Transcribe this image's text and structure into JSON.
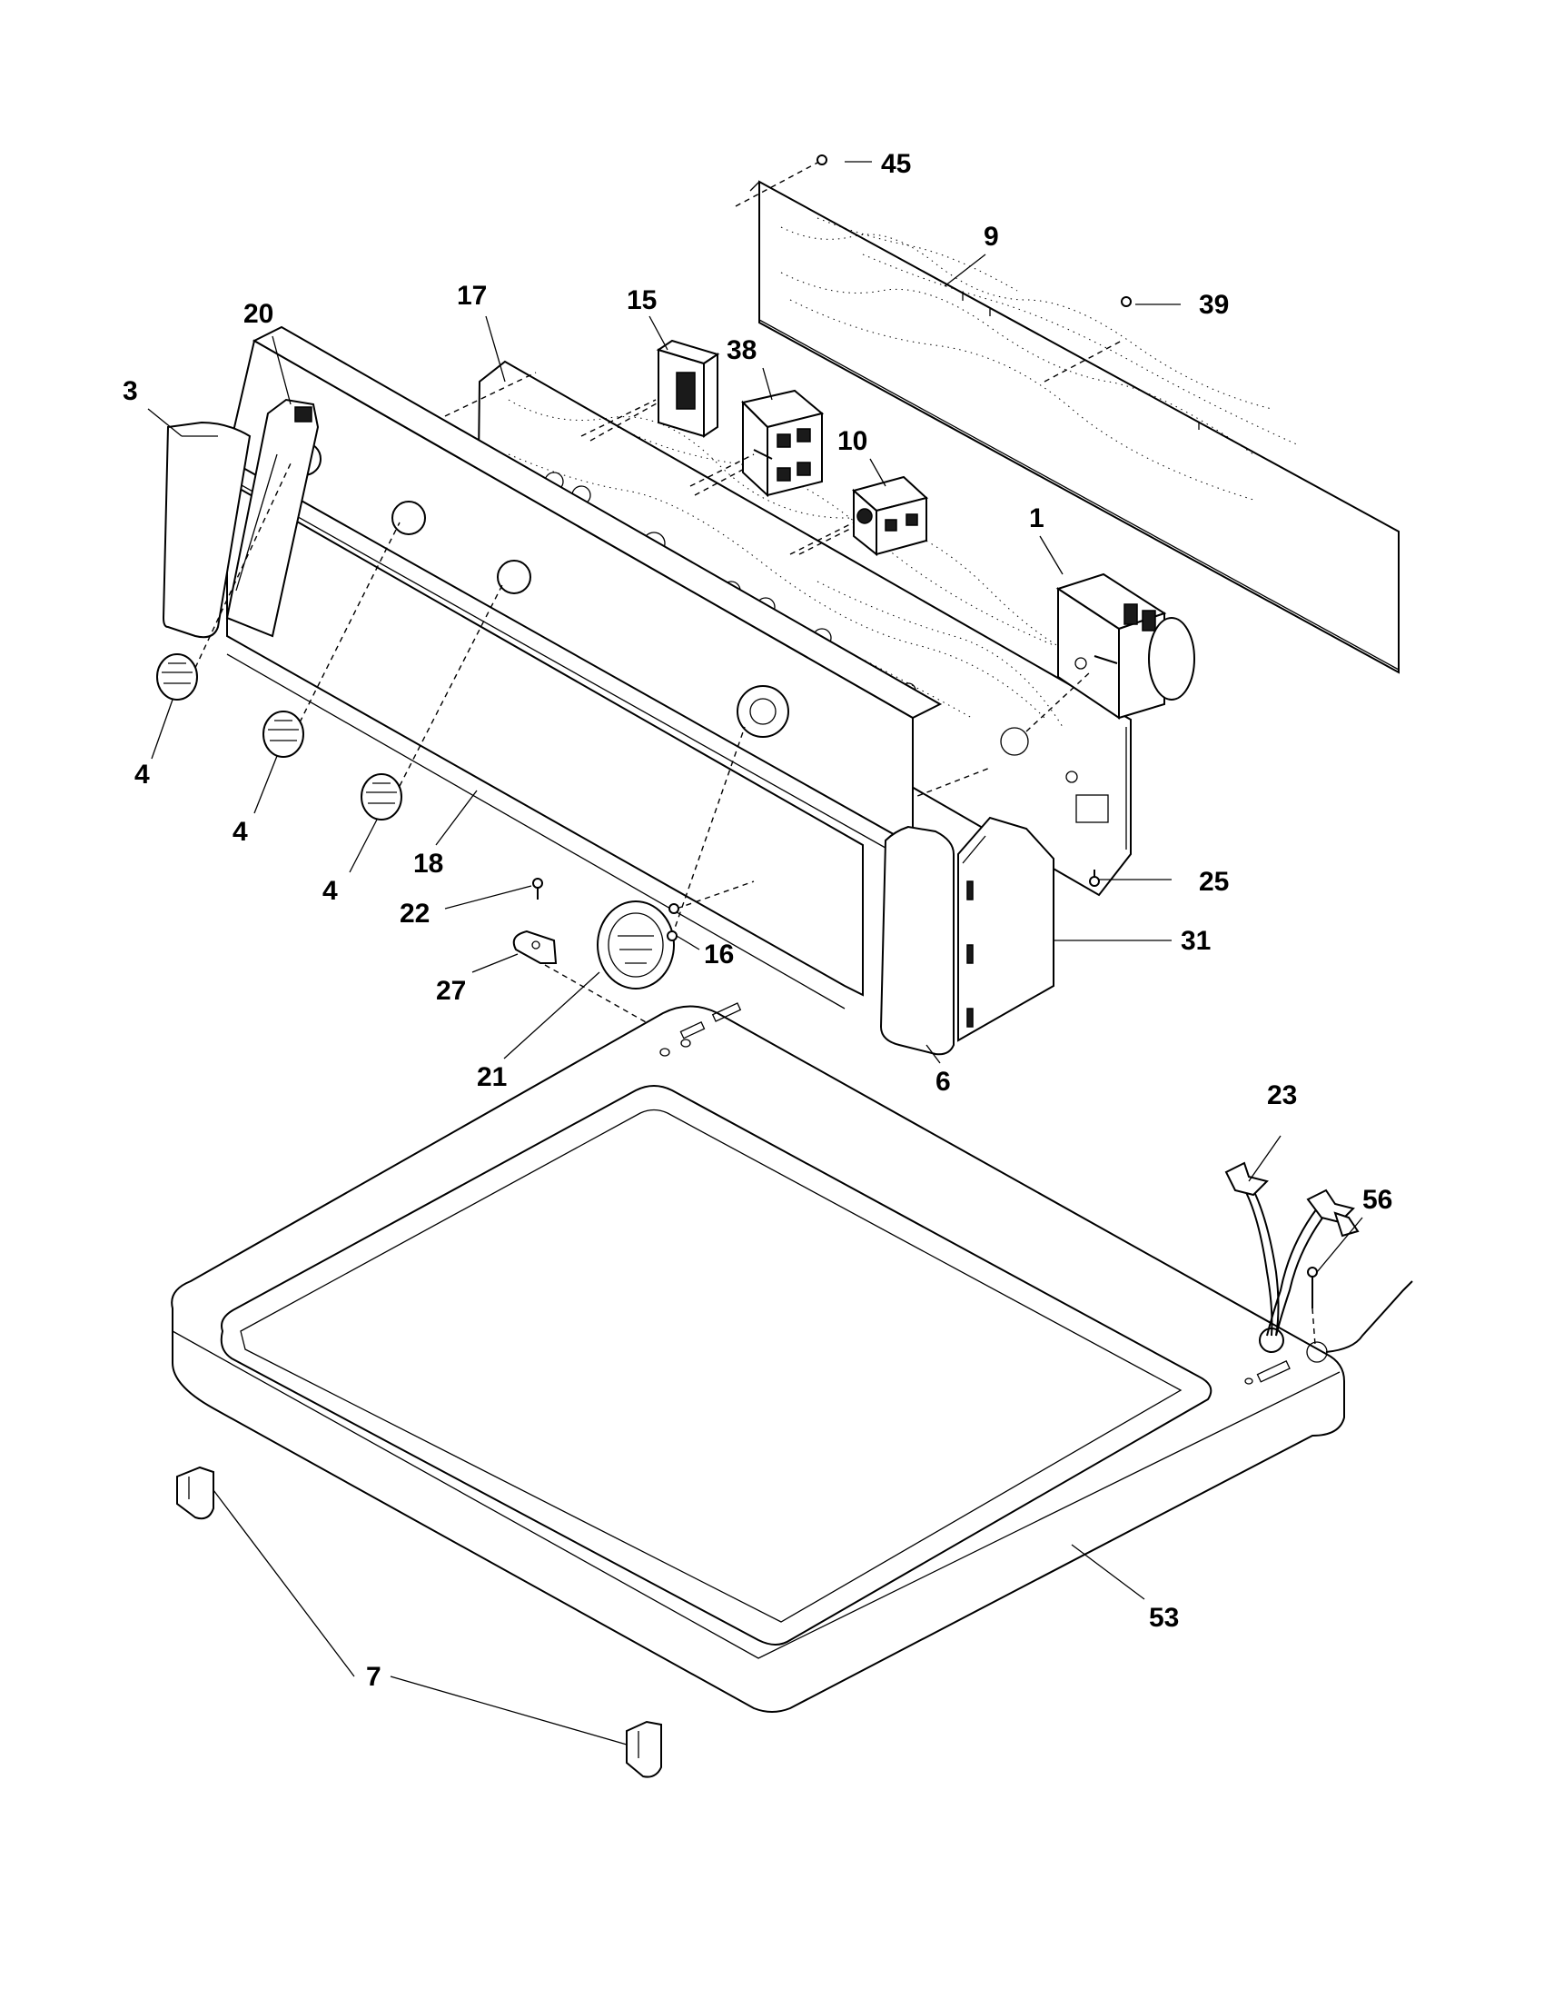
{
  "callouts": [
    {
      "id": "c1",
      "text": "1"
    },
    {
      "id": "c3",
      "text": "3"
    },
    {
      "id": "c4a",
      "text": "4"
    },
    {
      "id": "c4b",
      "text": "4"
    },
    {
      "id": "c4c",
      "text": "4"
    },
    {
      "id": "c6",
      "text": "6"
    },
    {
      "id": "c7",
      "text": "7"
    },
    {
      "id": "c9",
      "text": "9"
    },
    {
      "id": "c10",
      "text": "10"
    },
    {
      "id": "c15",
      "text": "15"
    },
    {
      "id": "c16",
      "text": "16"
    },
    {
      "id": "c17",
      "text": "17"
    },
    {
      "id": "c18",
      "text": "18"
    },
    {
      "id": "c20",
      "text": "20"
    },
    {
      "id": "c21",
      "text": "21"
    },
    {
      "id": "c22",
      "text": "22"
    },
    {
      "id": "c23",
      "text": "23"
    },
    {
      "id": "c25",
      "text": "25"
    },
    {
      "id": "c27",
      "text": "27"
    },
    {
      "id": "c31",
      "text": "31"
    },
    {
      "id": "c38",
      "text": "38"
    },
    {
      "id": "c39",
      "text": "39"
    },
    {
      "id": "c45",
      "text": "45"
    },
    {
      "id": "c53",
      "text": "53"
    },
    {
      "id": "c56",
      "text": "56"
    }
  ]
}
